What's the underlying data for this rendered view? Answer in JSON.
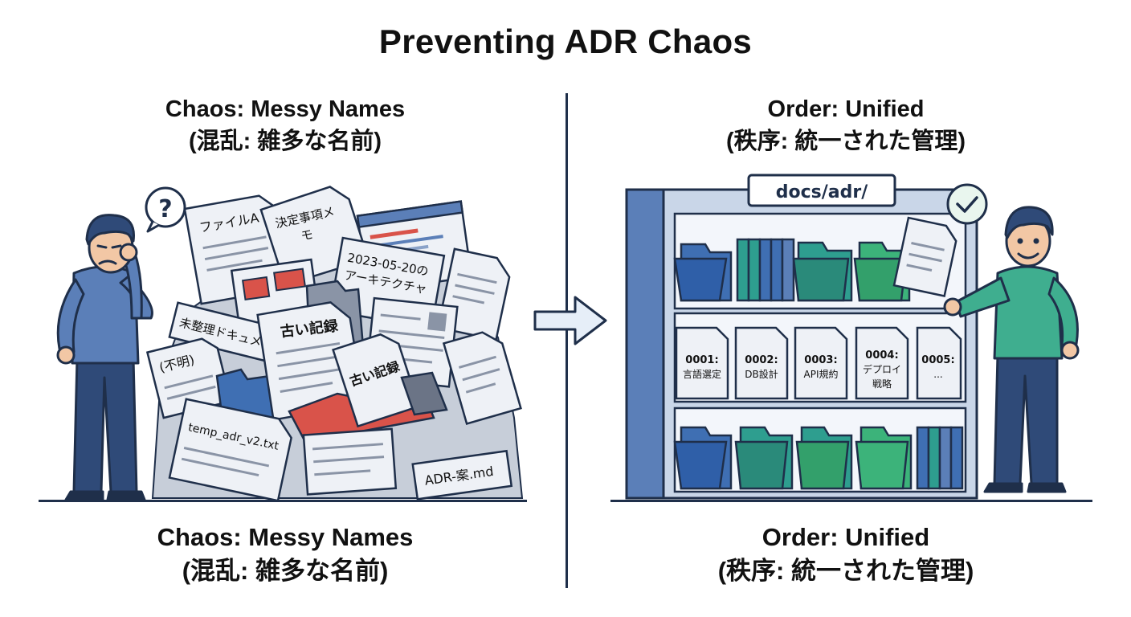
{
  "title": "Preventing ADR Chaos",
  "left": {
    "heading_en": "Chaos: Messy Names",
    "heading_ja": "(混乱:  雑多な名前)",
    "footer_en": "Chaos: Messy Names",
    "footer_ja": "(混乱: 雑多な名前)",
    "question_mark": "?",
    "doc_labels": {
      "file_a": "ファイルA",
      "memo_line1": "決定事項メ",
      "memo_line2": "モ",
      "dated_line1": "2023-05-20の",
      "dated_line2": "アーキテクチャ",
      "unorganized": "未整理ドキュメント",
      "unknown": "(不明)",
      "old_record_1": "古い記録",
      "old_record_2": "古い記録",
      "temp_file": "temp_adr_v2.txt",
      "draft_file": "ADR-案.md"
    }
  },
  "right": {
    "heading_en": "Order: Unified",
    "heading_ja": "(秩序: 統一された管理)",
    "footer_en": "Order: Unified",
    "footer_ja": "(秩序: 統一された管理)",
    "folder_label": "docs/adr/",
    "records": [
      {
        "num": "0001:",
        "name": "言語選定"
      },
      {
        "num": "0002:",
        "name": "DB設計"
      },
      {
        "num": "0003:",
        "name": "API規約"
      },
      {
        "num": "0004:",
        "name": "デプロイ",
        "name2": "戦略"
      },
      {
        "num": "0005:",
        "name": "..."
      }
    ]
  },
  "colors": {
    "ink": "#1f2f4a",
    "blue": "#3f6fb3",
    "teal": "#2e9e8f",
    "green": "#3cb37a",
    "red": "#d9534a",
    "paper": "#eef1f6",
    "shelf": "#c9d6e8"
  }
}
